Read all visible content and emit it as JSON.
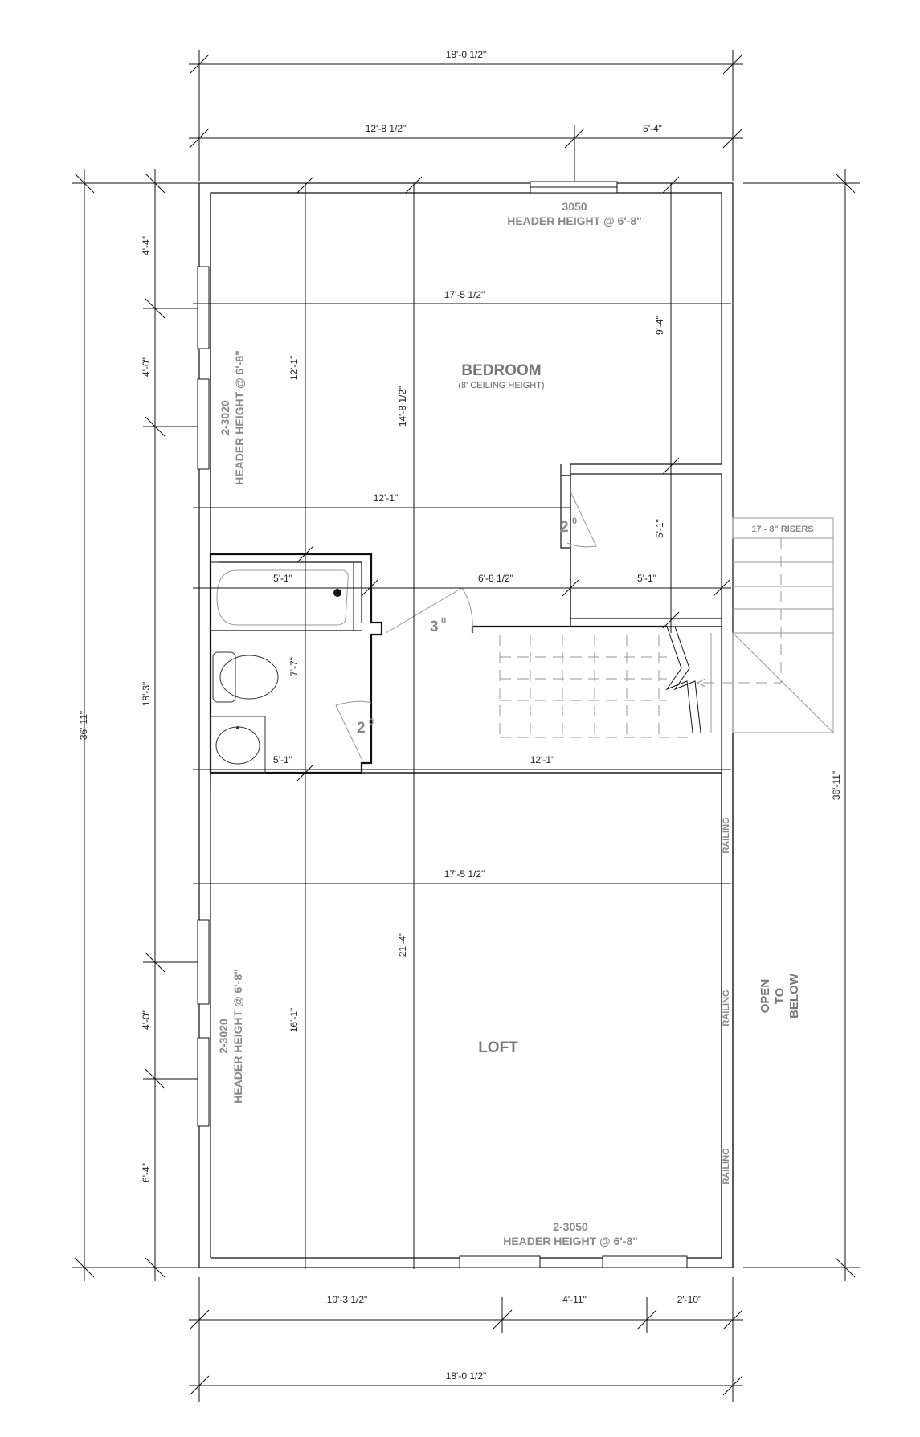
{
  "rooms": {
    "bedroom": "BEDROOM",
    "bedroom_ceiling": "(8' CEILING HEIGHT)",
    "loft": "LOFT",
    "open_to_below": [
      "OPEN",
      "TO",
      "BELOW"
    ]
  },
  "windows": {
    "top": "3050",
    "top_header": "HEADER HEIGHT @ 6'-8\"",
    "left_upper": "2-3020",
    "left_upper_header": "HEADER HEIGHT @ 6'-8\"",
    "left_lower": "2-3020",
    "left_lower_header": "HEADER HEIGHT @ 6'-8\"",
    "bottom": "2-3050",
    "bottom_header": "HEADER HEIGHT @ 6'-8\""
  },
  "doors": {
    "closet": "2",
    "closet_sup": "0",
    "bath": "2",
    "bath_sup": "0",
    "bedroom": "3",
    "bedroom_sup": "0"
  },
  "stairs": {
    "risers": "17 - 8\" RISERS"
  },
  "railing": [
    "RAILING",
    "RAILING",
    "RAILING"
  ],
  "dimensions": {
    "top_overall": "18'-0 1/2\"",
    "top_left": "12'-8 1/2\"",
    "top_right": "5'-4\"",
    "bottom_overall": "18'-0 1/2\"",
    "bottom_left": "10'-3 1/2\"",
    "bottom_mid": "4'-11\"",
    "bottom_right": "2'-10\"",
    "left_overall": "36'-11\"",
    "right_overall": "36'-11\"",
    "left_4_4": "4'-4\"",
    "left_4_0_upper": "4'-0\"",
    "left_18_3": "18'-3\"",
    "left_4_0_lower": "4'-0\"",
    "left_6_4": "6'-4\"",
    "bedroom_width": "17'-5 1/2\"",
    "bedroom_12_1_vert": "12'-1\"",
    "bedroom_14_8": "14'-8 1/2\"",
    "bedroom_9_4": "9'-4\"",
    "bedroom_12_1_horiz": "12'-1\"",
    "closet_5_1_vert": "5'-1\"",
    "hall_6_8": "6'-8 1/2\"",
    "closet_5_1_horiz": "5'-1\"",
    "bath_5_1_top": "5'-1\"",
    "bath_7_7": "7'-7\"",
    "bath_5_1_bottom": "5'-1\"",
    "stair_12_1": "12'-1\"",
    "loft_width": "17'-5 1/2\"",
    "loft_21_4": "21'-4\"",
    "loft_16_1": "16'-1\""
  }
}
